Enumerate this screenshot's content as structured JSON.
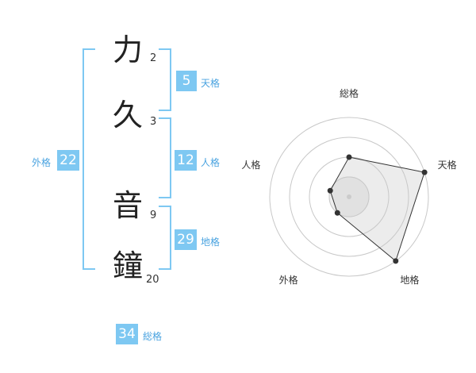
{
  "name": {
    "chars": [
      {
        "char": "力",
        "strokes": "2"
      },
      {
        "char": "久",
        "strokes": "3"
      },
      {
        "char": "音",
        "strokes": "9"
      },
      {
        "char": "鐘",
        "strokes": "20"
      }
    ]
  },
  "kakusu": {
    "tenkaku": {
      "label": "天格",
      "value": "5"
    },
    "jinkaku": {
      "label": "人格",
      "value": "12"
    },
    "chikaku": {
      "label": "地格",
      "value": "29"
    },
    "gaikaku": {
      "label": "外格",
      "value": "22"
    },
    "soukaku": {
      "label": "総格",
      "value": "34"
    }
  },
  "colors": {
    "accent": "#7ec8f2",
    "label": "#4aa3e0"
  },
  "chart_data": {
    "type": "radar",
    "axes": [
      "総格",
      "天格",
      "地格",
      "外格",
      "人格"
    ],
    "values": [
      2,
      4,
      4,
      1,
      1
    ],
    "max": 4,
    "rings": 4
  }
}
